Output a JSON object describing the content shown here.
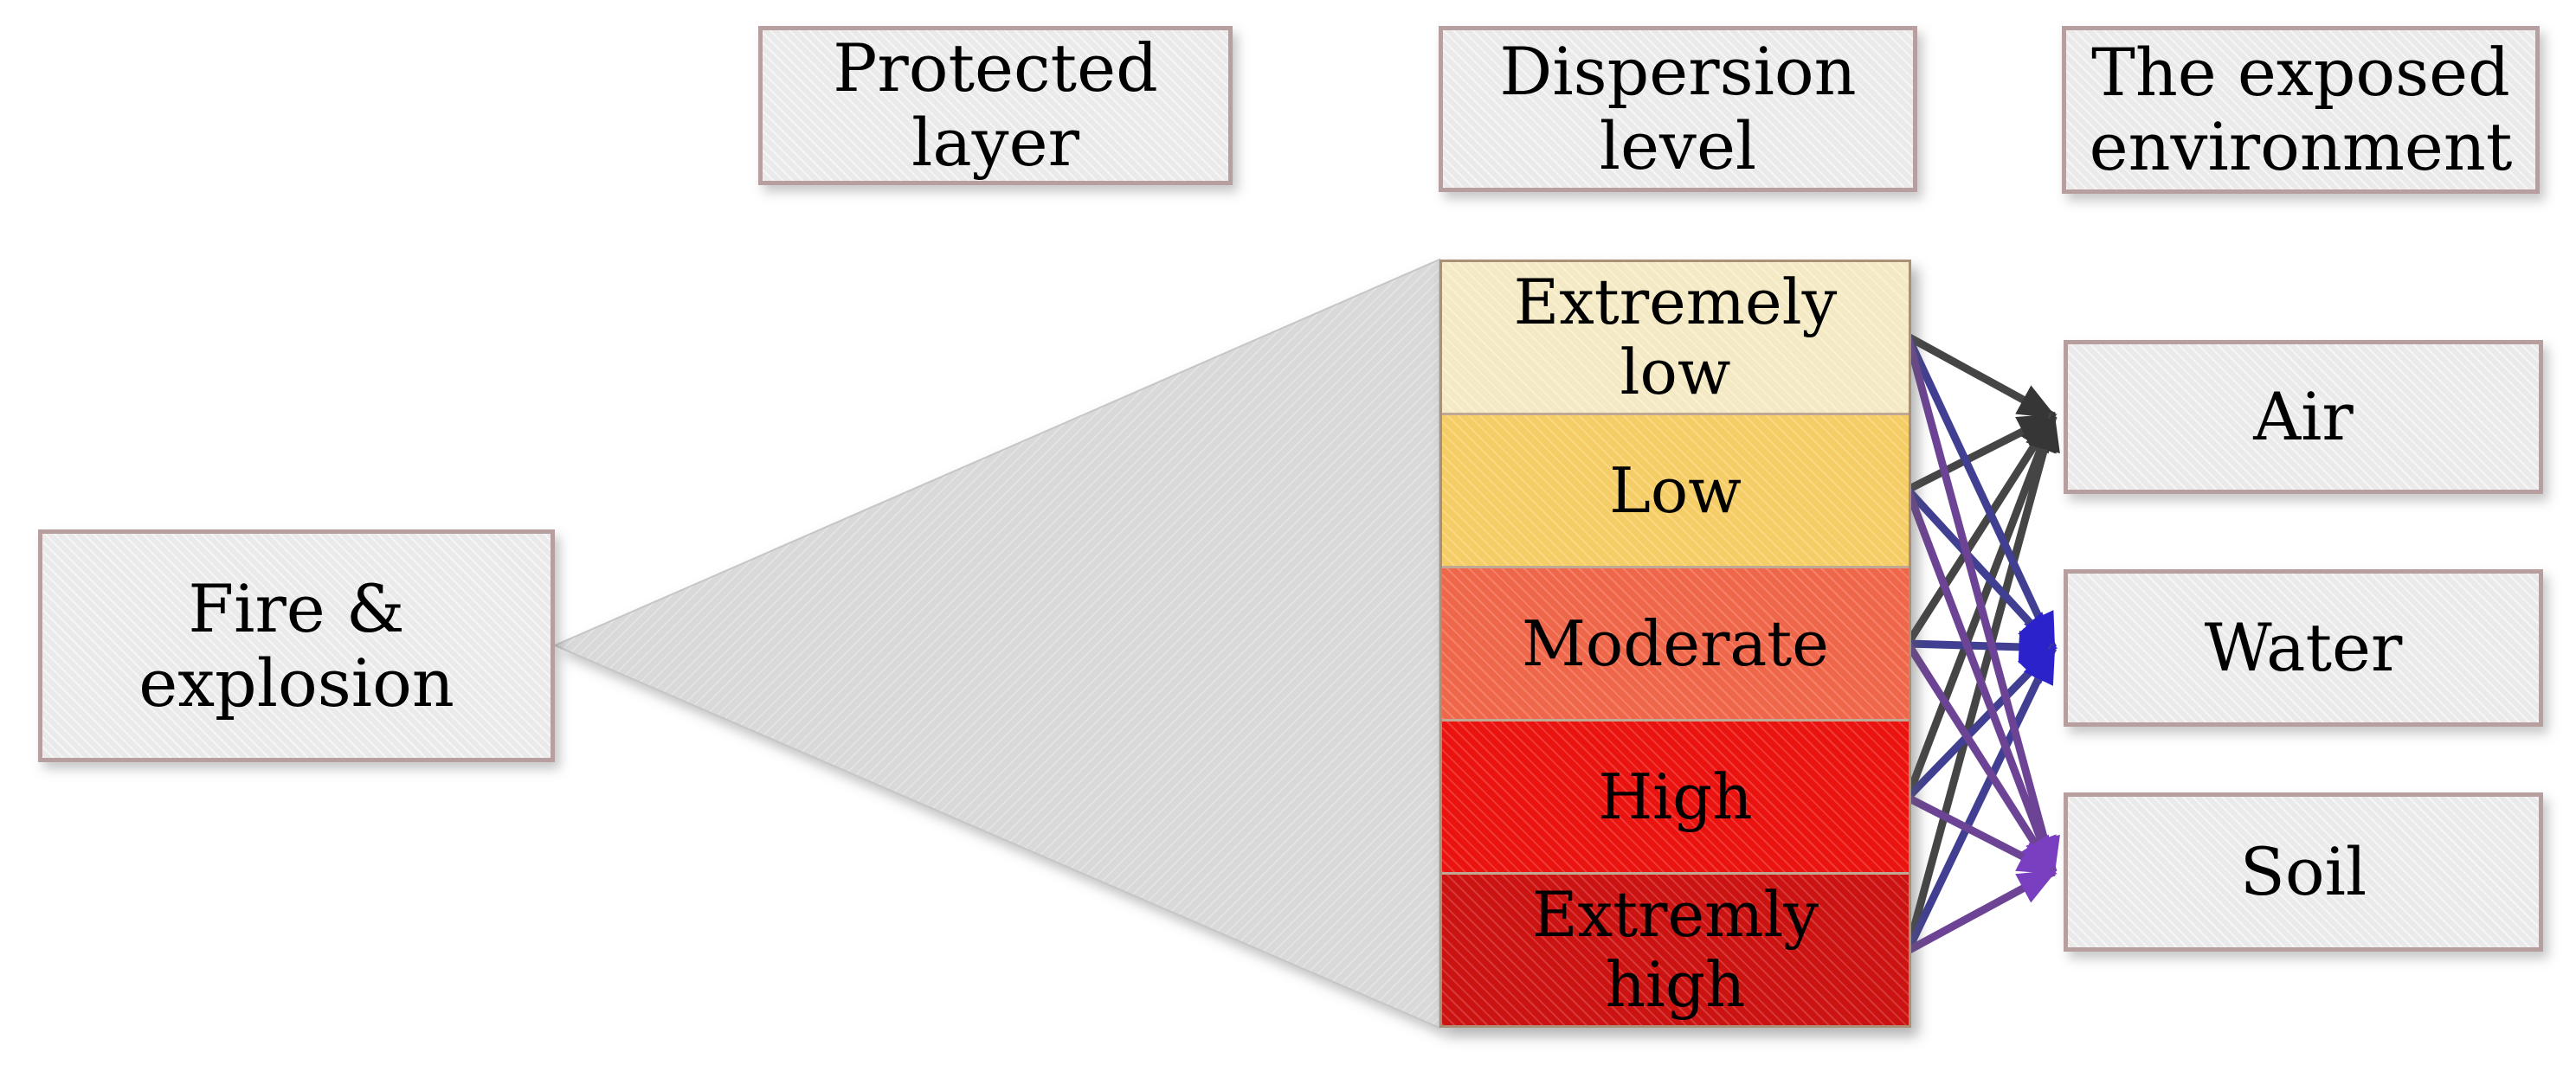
{
  "figure": {
    "background": "#ffffff"
  },
  "source": {
    "label": "Fire &\nexplosion"
  },
  "headers": {
    "protected": {
      "label": "Protected\nlayer"
    },
    "dispersion": {
      "label": "Dispersion\nlevel"
    },
    "exposed": {
      "label": "The exposed\nenvironment"
    }
  },
  "dispersion_levels": [
    {
      "label": "Extremely\nlow",
      "color": "#f9eec9"
    },
    {
      "label": "Low",
      "color": "#fad169"
    },
    {
      "label": "Moderate",
      "color": "#f4694c"
    },
    {
      "label": "High",
      "color": "#ee1310"
    },
    {
      "label": "Extremly\nhigh",
      "color": "#cf1312"
    }
  ],
  "environments": [
    {
      "label": "Air"
    },
    {
      "label": "Water"
    },
    {
      "label": "Soil"
    }
  ],
  "connections": {
    "to_air": {
      "color": "#454545",
      "head_color": "#363636"
    },
    "to_water": {
      "color": "#413f92",
      "head_color": "#2c22cc"
    },
    "to_soil": {
      "color": "#6d4495",
      "head_color": "#7a3fc0"
    }
  },
  "funnel": {
    "fill": "#d9d9d9",
    "edge": "#c6c6c6"
  },
  "node_style": {
    "fill": "#eeedee",
    "border": "#b79f9f"
  },
  "stack_style": {
    "border": "#ab9076",
    "divider": "#c0a894"
  }
}
